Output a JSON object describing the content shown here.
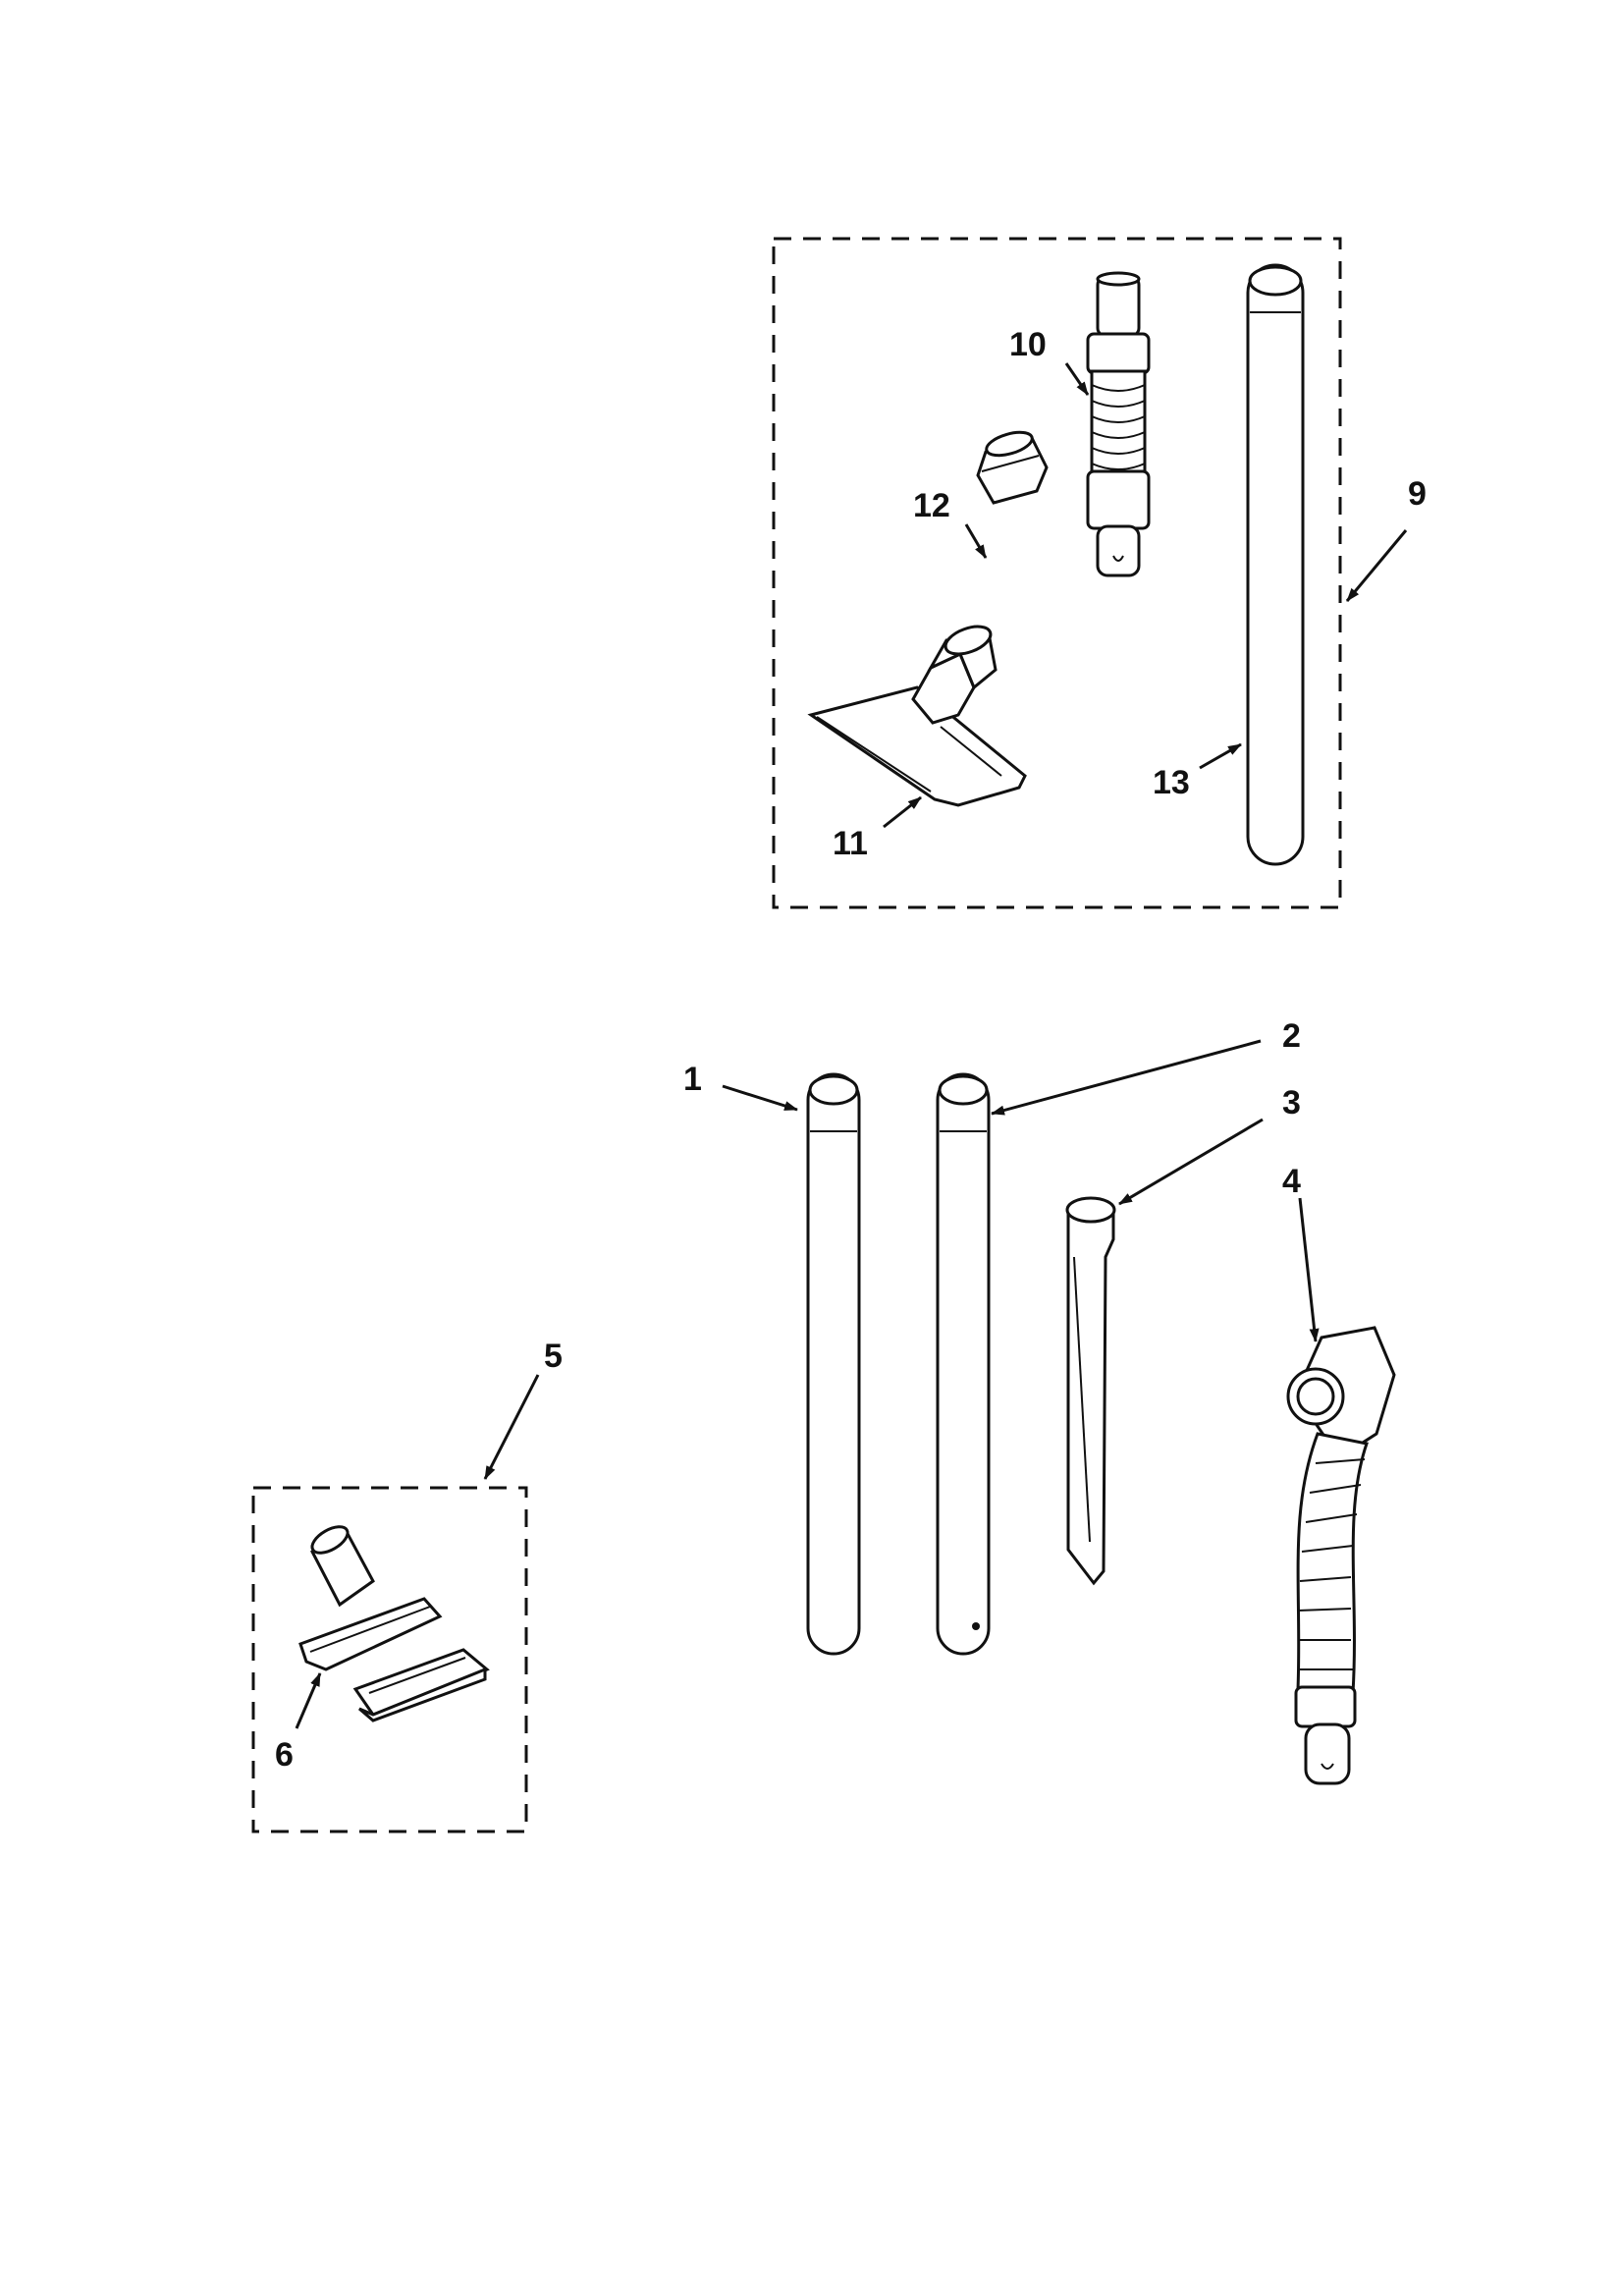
{
  "callouts": {
    "c1": "1",
    "c2": "2",
    "c3": "3",
    "c4": "4",
    "c5": "5",
    "c6": "6",
    "c9": "9",
    "c10": "10",
    "c11": "11",
    "c12": "12",
    "c13": "13"
  }
}
